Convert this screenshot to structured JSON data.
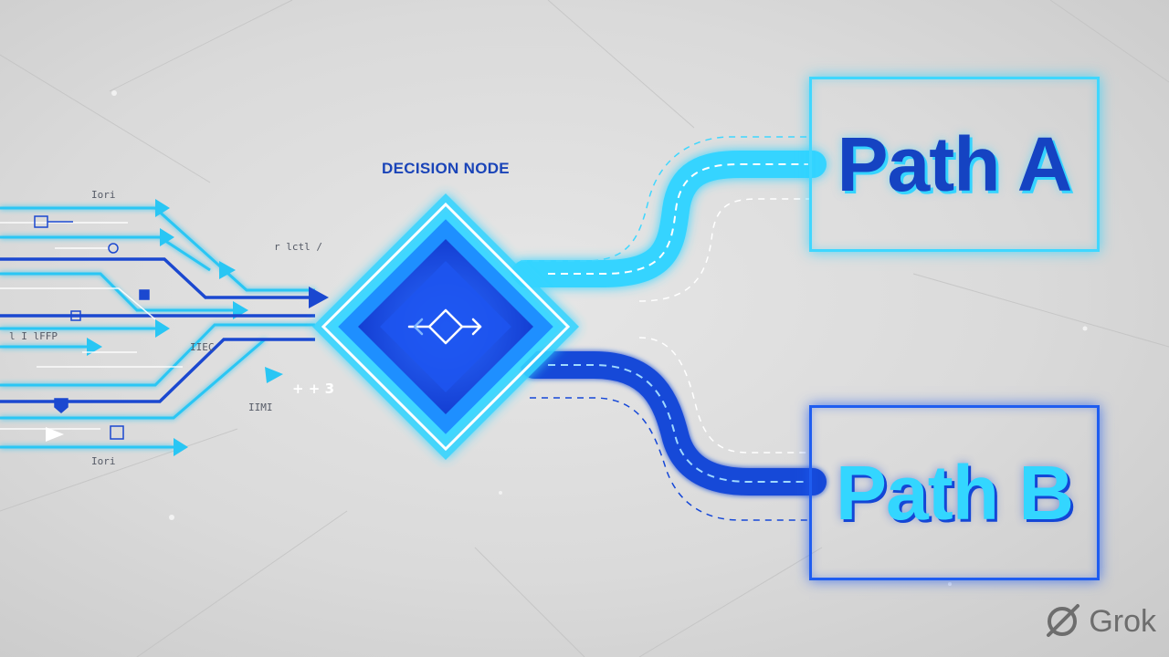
{
  "diagram": {
    "node_title": "DECISION NODE",
    "path_a_label": "Path A",
    "path_b_label": "Path B"
  },
  "glyphs": {
    "top": "Iori",
    "bottom": "Iori",
    "mid_right": "r lctl /",
    "left_small": "l I lFFP",
    "plus_row": "+ + 3",
    "tiny_a": "IIEC",
    "tiny_b": "IIMI"
  },
  "watermark": {
    "text": "Grok"
  },
  "colors": {
    "cyan": "#3fd7ff",
    "blue": "#1f5df0",
    "deep_blue": "#1543c2",
    "background": "#dcdcdc"
  }
}
